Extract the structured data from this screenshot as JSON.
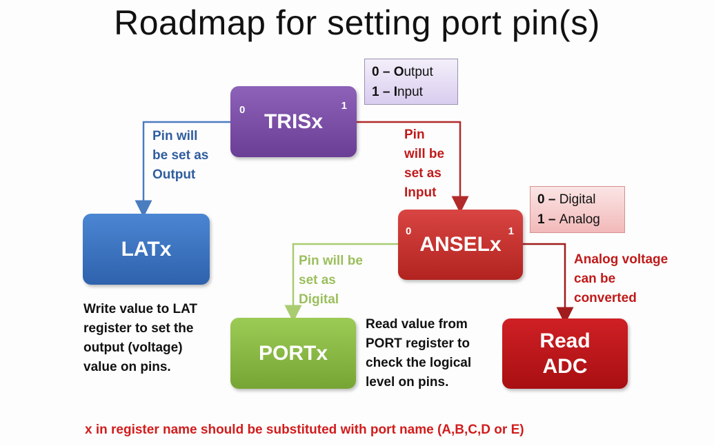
{
  "title": "Roadmap for setting port pin(s)",
  "boxes": {
    "tris": {
      "label": "TRISx",
      "bit0": "0",
      "bit1": "1"
    },
    "lat": {
      "label": "LATx"
    },
    "ansel": {
      "label": "ANSELx",
      "bit0": "0",
      "bit1": "1"
    },
    "port": {
      "label": "PORTx"
    },
    "adc": {
      "line1": "Read",
      "line2": "ADC"
    }
  },
  "legends": {
    "tris": [
      {
        "key": "0 – ",
        "bold_letter": "O",
        "rest": "utput"
      },
      {
        "key": "1 – ",
        "bold_letter": "I",
        "rest": "nput"
      }
    ],
    "ansel": [
      {
        "key": "0 – ",
        "text": "Digital"
      },
      {
        "key": "1 – ",
        "text": "Analog"
      }
    ]
  },
  "notes": {
    "output": [
      "Pin will",
      "be set as",
      "Output"
    ],
    "input": [
      "Pin",
      "will be",
      "set as",
      "Input"
    ],
    "digital": [
      "Pin will be",
      "set as",
      "Digital"
    ],
    "analog": [
      "Analog voltage",
      "can be",
      "converted"
    ],
    "lat": [
      "Write value to LAT",
      "register to set the",
      "output (voltage)",
      "value on pins."
    ],
    "port": [
      "Read value from",
      "PORT register to",
      "check the logical",
      "level on pins."
    ]
  },
  "footer": "x in register name should be substituted with port name (A,B,C,D or E)",
  "colors": {
    "tris": "#7b4fa6",
    "lat": "#3c73c0",
    "ansel": "#c8302f",
    "port": "#8dba45",
    "adc": "#c2171b",
    "output_arrow": "#4a7cc0",
    "input_arrow": "#b22a2a",
    "digital_arrow": "#a9cc70",
    "analog_arrow": "#a11c1c",
    "output_text": "#2f5d9e",
    "input_text": "#c01a1a",
    "digital_text": "#9bbf5d",
    "analog_text": "#c01a1a",
    "footer_text": "#d21c1c"
  }
}
